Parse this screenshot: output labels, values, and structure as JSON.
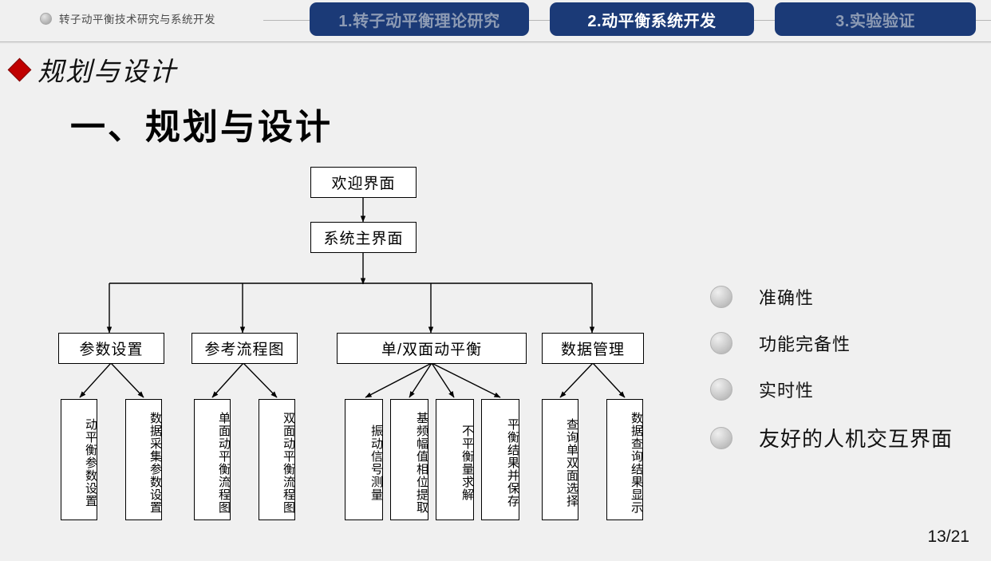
{
  "header": {
    "brand_icon": "gray-circle-bullet",
    "brand_text": "转子动平衡技术研究与系统开发",
    "tabs": [
      {
        "label": "1.转子动平衡理论研究",
        "active": false
      },
      {
        "label": "2.动平衡系统开发",
        "active": true
      },
      {
        "label": "3.实验验证",
        "active": false
      }
    ],
    "active_tab_color": "#1b3a77",
    "inactive_tab_text_color": "#8d9bb4"
  },
  "section": {
    "bullet_icon": "red-diamond-icon",
    "bullet_color": "#c00000",
    "title": "规划与设计"
  },
  "main_title": "一、规划与设计",
  "flowchart": {
    "level0": {
      "label": "欢迎界面"
    },
    "level1": {
      "label": "系统主界面"
    },
    "level2": [
      {
        "label": "参数设置"
      },
      {
        "label": "参考流程图"
      },
      {
        "label": "单/双面动平衡"
      },
      {
        "label": "数据管理"
      }
    ],
    "leaves": [
      {
        "label": "动平衡参数设置"
      },
      {
        "label": "数据采集参数设置"
      },
      {
        "label": "单面动平衡流程图"
      },
      {
        "label": "双面动平衡流程图"
      },
      {
        "label": "振动信号测量"
      },
      {
        "label": "基频幅值相位提取"
      },
      {
        "label": "不平衡量求解"
      },
      {
        "label": "平衡结果并保存"
      },
      {
        "label": "查询单双面选择"
      },
      {
        "label": "数据查询结果显示"
      }
    ]
  },
  "requirements": [
    {
      "label": "准确性",
      "emphasis": false
    },
    {
      "label": "功能完备性",
      "emphasis": false
    },
    {
      "label": "实时性",
      "emphasis": false
    },
    {
      "label": "友好的人机交互界面",
      "emphasis": true
    }
  ],
  "page_number": "13/21",
  "colors": {
    "background": "#f0f0f0",
    "node_fill": "#ffffff",
    "node_stroke": "#000000",
    "bullet_gray": "#c6c6c6"
  }
}
